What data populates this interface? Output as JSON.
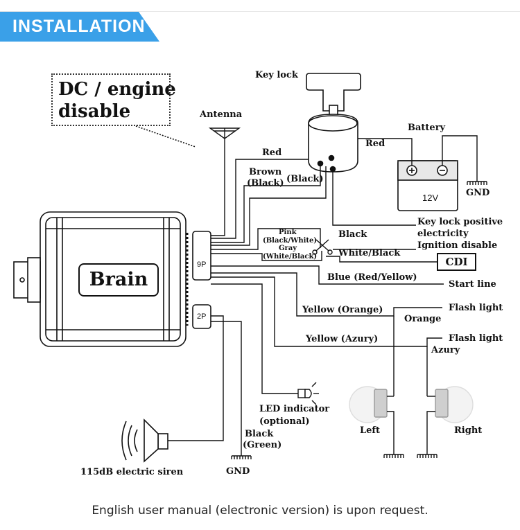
{
  "header": {
    "title": "INSTALLATION",
    "accent": "#3aa0e8"
  },
  "callout": {
    "line1": "DC / engine",
    "line2": "disable"
  },
  "brain": {
    "label": "Brain"
  },
  "connectors": {
    "nine_pin": "9P",
    "two_pin": "2P"
  },
  "components": {
    "key_lock": "Key lock",
    "antenna": "Antenna",
    "battery": "Battery",
    "battery_voltage": "12V",
    "gnd_battery": "GND",
    "cdi": "CDI",
    "siren": "115dB electric siren",
    "led": "LED indicator",
    "led_note": "(optional)",
    "gnd_bottom": "GND",
    "left_light": "Left",
    "right_light": "Right"
  },
  "wires": {
    "red_main": "Red",
    "red_battery": "Red",
    "brown": "Brown",
    "brown_alt": "(Black)",
    "black_paren": "(Black)",
    "pink": "Pink",
    "pink_alt": "(Black/White)",
    "gray": "Gray",
    "gray_alt": "(White/Black)",
    "black": "Black",
    "white_black": "White/Black",
    "blue": "Blue (Red/Yellow)",
    "yellow_orange": "Yellow (Orange)",
    "orange": "Orange",
    "yellow_azury": "Yellow (Azury)",
    "azury": "Azury",
    "black_green_1": "Black",
    "black_green_2": "(Green)"
  },
  "notes": {
    "key_lock_pos_1": "Key lock positive",
    "key_lock_pos_2": "electricity",
    "ignition_disable": "Ignition disable",
    "start_line": "Start line",
    "flash_light_1": "Flash light",
    "flash_light_2": "Flash light"
  },
  "footer": {
    "text": "English user manual (electronic version) is upon request."
  }
}
